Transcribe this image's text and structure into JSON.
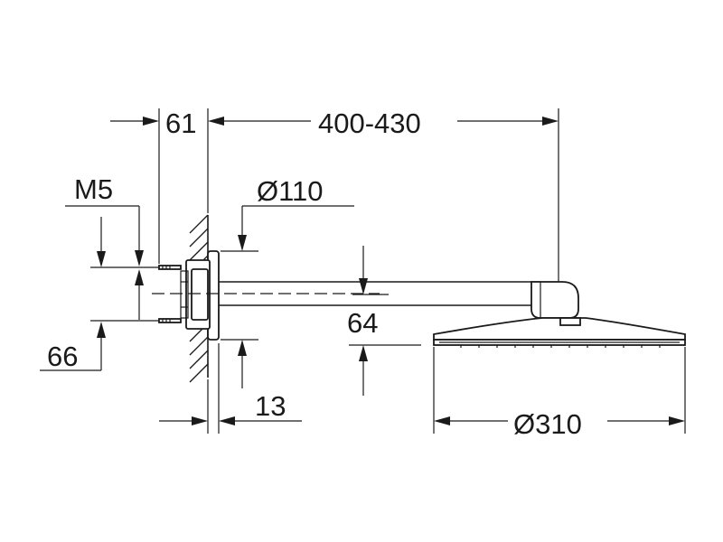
{
  "dimensions": {
    "wall_offset": "61",
    "arm_length": "400-430",
    "thread": "M5",
    "flange_diameter": "Ø110",
    "drop_height": "64",
    "mount_height": "66",
    "flange_depth": "13",
    "head_diameter": "Ø310"
  }
}
